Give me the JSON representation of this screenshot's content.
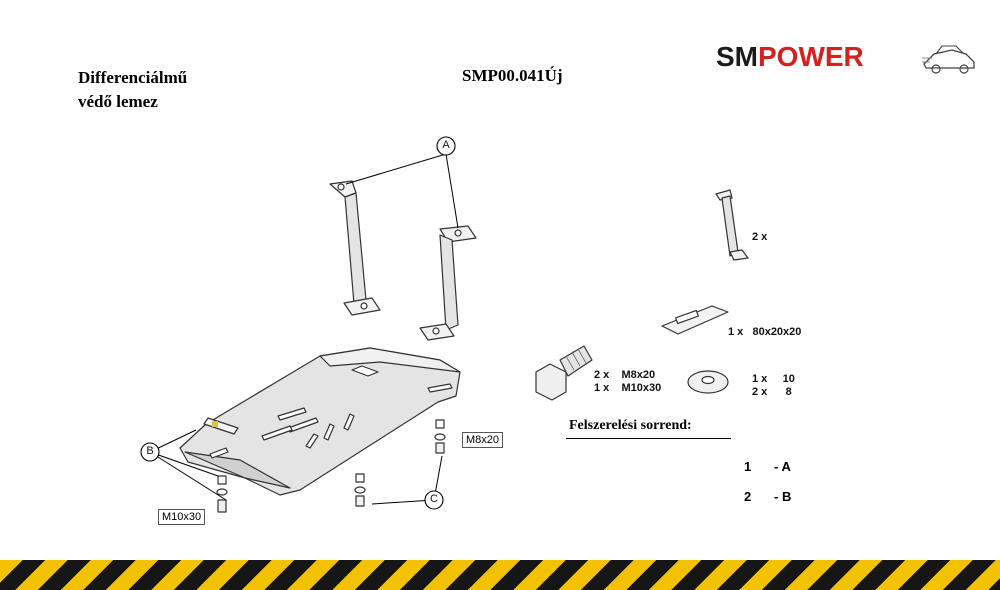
{
  "header": {
    "title_line1": "Differenciálmű",
    "title_line2": "védő lemez",
    "code": "SMP00.041Új",
    "logo_sm": "SM",
    "logo_power": "POWER",
    "logo_colors": {
      "sm": "#1a1a1a",
      "power": "#d32020"
    }
  },
  "callouts": {
    "a": "A",
    "b": "B",
    "c": "C"
  },
  "bolt_boxes": {
    "m8": "M8x20",
    "m10": "M10x30"
  },
  "parts": {
    "bracket_qty": "2 x",
    "plate": "1 x   80x20x20",
    "bolt_line1": "2 x    M8x20",
    "bolt_line2": "1 x    M10x30",
    "washer_line1": "1 x     10",
    "washer_line2": "2 x      8"
  },
  "order": {
    "title": "Felszerelési sorrend:",
    "steps": [
      {
        "num": "1",
        "code": "- A"
      },
      {
        "num": "2",
        "code": "- B"
      }
    ]
  },
  "footer": {
    "stripe_colors": [
      "#f2c200",
      "#161616"
    ]
  }
}
